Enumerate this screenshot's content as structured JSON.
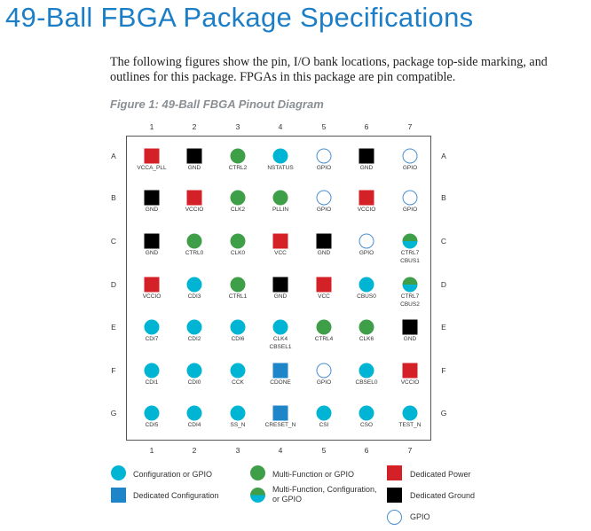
{
  "title": "49-Ball FBGA Package Specifications",
  "intro": "The following figures show the pin, I/O bank locations, package top-side marking, and outlines for this package. FPGAs in this package are pin compatible.",
  "caption": "Figure 1: 49-Ball FBGA Pinout Diagram",
  "columns": [
    "1",
    "2",
    "3",
    "4",
    "5",
    "6",
    "7"
  ],
  "rows": [
    "A",
    "B",
    "C",
    "D",
    "E",
    "F",
    "G"
  ],
  "colors": {
    "config_gpio": "#00b5d4",
    "multi_function": "#3f9e48",
    "dedicated_power": "#d42027",
    "dedicated_ground": "#000000",
    "dedicated_config": "#1e86c8",
    "gpio": "#4a8fd0"
  },
  "pins": [
    [
      {
        "t": "pwr",
        "l": "VCCA_PLL"
      },
      {
        "t": "gnd",
        "l": "GND"
      },
      {
        "t": "mf",
        "l": "CTRL2"
      },
      {
        "t": "cfg",
        "l": "NSTATUS"
      },
      {
        "t": "gpio",
        "l": "GPIO"
      },
      {
        "t": "gnd",
        "l": "GND"
      },
      {
        "t": "gpio",
        "l": "GPIO"
      }
    ],
    [
      {
        "t": "gnd",
        "l": "GND"
      },
      {
        "t": "pwr",
        "l": "VCCIO"
      },
      {
        "t": "mf",
        "l": "CLK2"
      },
      {
        "t": "mf",
        "l": "PLLIN"
      },
      {
        "t": "gpio",
        "l": "GPIO"
      },
      {
        "t": "pwr",
        "l": "VCCIO"
      },
      {
        "t": "gpio",
        "l": "GPIO"
      }
    ],
    [
      {
        "t": "gnd",
        "l": "GND"
      },
      {
        "t": "mf",
        "l": "CTRL0"
      },
      {
        "t": "mf",
        "l": "CLK0"
      },
      {
        "t": "pwr",
        "l": "VCC"
      },
      {
        "t": "gnd",
        "l": "GND"
      },
      {
        "t": "gpio",
        "l": "GPIO"
      },
      {
        "t": "mix",
        "l": "CTRL7",
        "l2": "CBUS1"
      }
    ],
    [
      {
        "t": "pwr",
        "l": "VCCIO"
      },
      {
        "t": "cfg",
        "l": "CDI3"
      },
      {
        "t": "mf",
        "l": "CTRL1"
      },
      {
        "t": "gnd",
        "l": "GND"
      },
      {
        "t": "pwr",
        "l": "VCC"
      },
      {
        "t": "cfg",
        "l": "CBUS0"
      },
      {
        "t": "mix",
        "l": "CTRL7",
        "l2": "CBUS2"
      }
    ],
    [
      {
        "t": "cfg",
        "l": "CDI7"
      },
      {
        "t": "cfg",
        "l": "CDI2"
      },
      {
        "t": "cfg",
        "l": "CDI6"
      },
      {
        "t": "cfg",
        "l": "CLK4",
        "l2": "CBSEL1"
      },
      {
        "t": "mf",
        "l": "CTRL4"
      },
      {
        "t": "mf",
        "l": "CLK6"
      },
      {
        "t": "gnd",
        "l": "GND"
      }
    ],
    [
      {
        "t": "cfg",
        "l": "CDI1"
      },
      {
        "t": "cfg",
        "l": "CDI0"
      },
      {
        "t": "cfg",
        "l": "CCK"
      },
      {
        "t": "dcfg",
        "l": "CDONE"
      },
      {
        "t": "gpio",
        "l": "GPIO"
      },
      {
        "t": "cfg",
        "l": "CBSEL0"
      },
      {
        "t": "pwr",
        "l": "VCCIO"
      }
    ],
    [
      {
        "t": "cfg",
        "l": "CDI5"
      },
      {
        "t": "cfg",
        "l": "CDI4"
      },
      {
        "t": "cfg",
        "l": "SS_N"
      },
      {
        "t": "dcfg",
        "l": "CRESET_N"
      },
      {
        "t": "cfg",
        "l": "CSI"
      },
      {
        "t": "cfg",
        "l": "CSO"
      },
      {
        "t": "cfg",
        "l": "TEST_N"
      }
    ]
  ],
  "legend": [
    {
      "t": "cfg",
      "label": "Configuration or GPIO"
    },
    {
      "t": "dcfg",
      "label": "Dedicated Configuration"
    },
    {
      "t": "mf",
      "label": "Multi-Function or GPIO"
    },
    {
      "t": "mix",
      "label": "Multi-Function, Configuration, or GPIO"
    },
    {
      "t": "pwr",
      "label": "Dedicated Power"
    },
    {
      "t": "gnd",
      "label": "Dedicated Ground"
    },
    {
      "t": "gpio",
      "label": "GPIO"
    }
  ]
}
